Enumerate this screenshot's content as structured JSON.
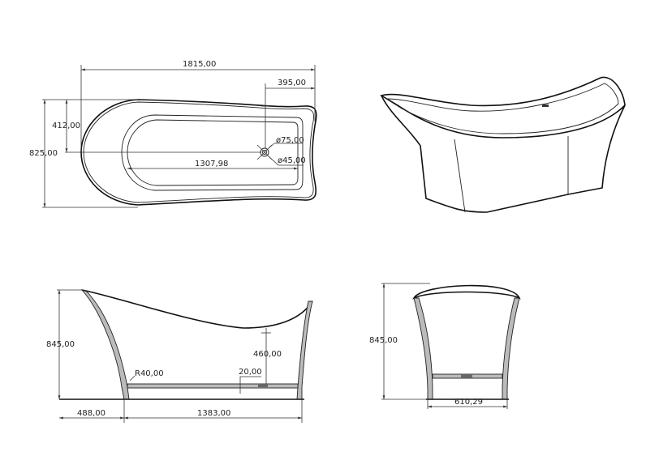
{
  "top_view": {
    "overall_length": "1815,00",
    "drain_offset": "395,00",
    "half_width": "412,00",
    "overall_width": "825,00",
    "overflow_diameter": "ø75,00",
    "drain_diameter": "ø45,00",
    "inner_length": "1307,98"
  },
  "side_view": {
    "height": "845,00",
    "corner_radius": "R40,00",
    "floor_thickness": "20,00",
    "overflow_height": "460,00",
    "overhang": "488,00",
    "base_length": "1383,00"
  },
  "end_view": {
    "height": "845,00",
    "base_width": "610,29"
  }
}
